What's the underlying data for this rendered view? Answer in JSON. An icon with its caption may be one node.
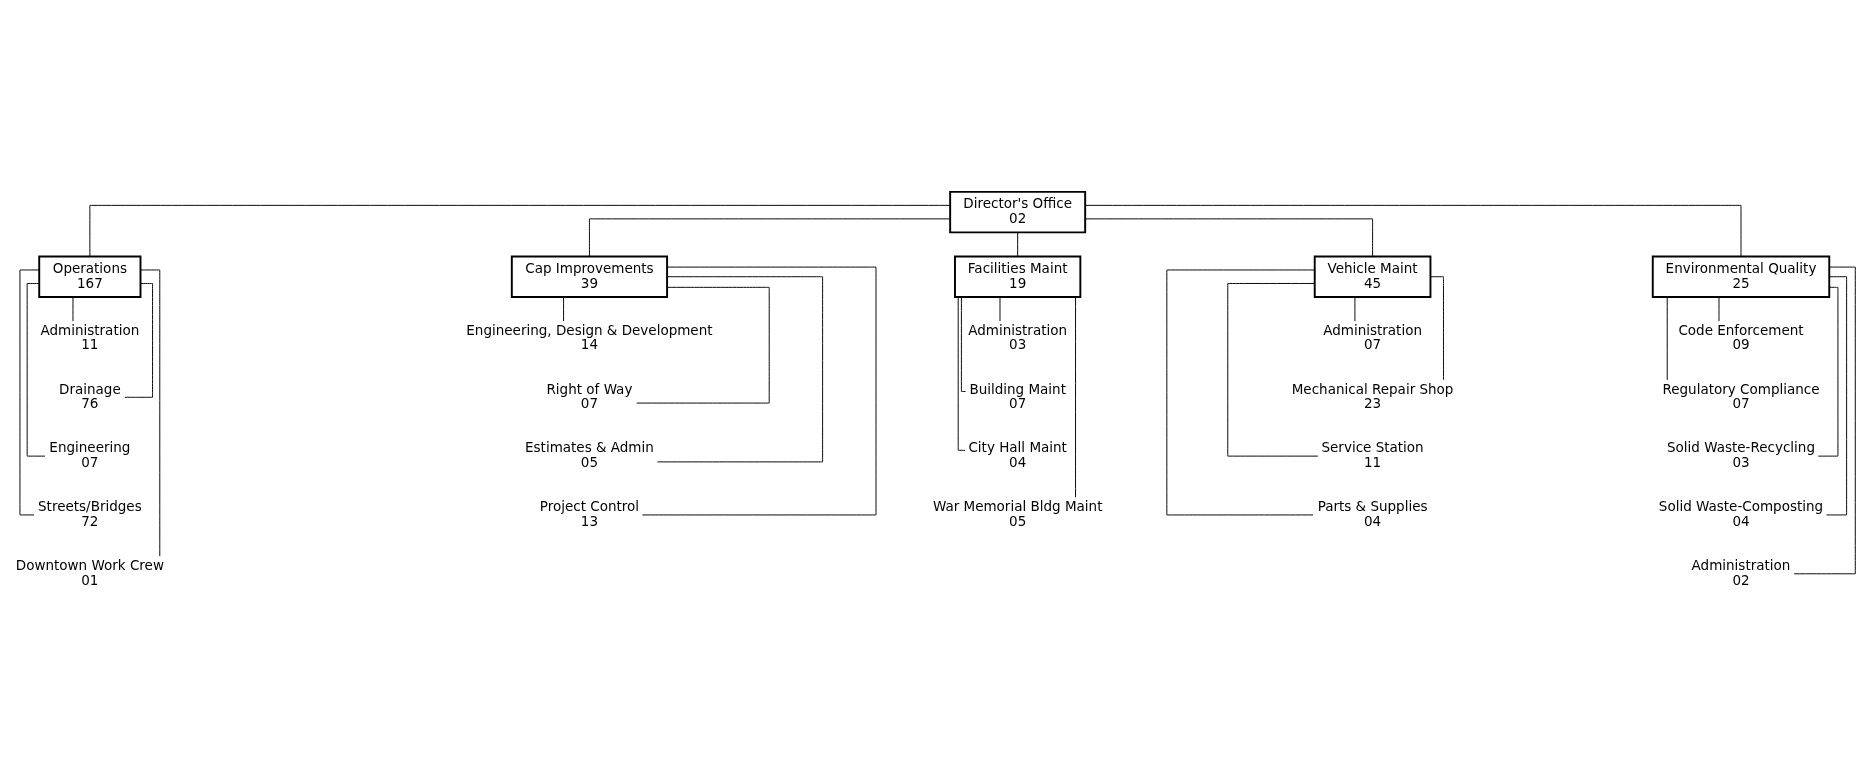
{
  "diagram": {
    "nodes": [
      {
        "text": [
          "Director's Office",
          "02"
        ]
      },
      {
        "text": [
          "Operations",
          "167"
        ]
      },
      {
        "text": [
          "Cap Improvements",
          "39"
        ]
      },
      {
        "text": [
          "Facilities Maint",
          "19"
        ]
      },
      {
        "text": [
          "Vehicle Maint",
          "45"
        ]
      },
      {
        "text": [
          "Environmental Quality",
          "25"
        ]
      },
      {
        "text": [
          "Administration",
          "11"
        ]
      },
      {
        "text": [
          "Drainage",
          "76"
        ]
      },
      {
        "text": [
          "Engineering",
          "07"
        ]
      },
      {
        "text": [
          "Streets/Bridges",
          "72"
        ]
      },
      {
        "text": [
          "Downtown Work Crew",
          "01"
        ]
      },
      {
        "text": [
          "Engineering, Design & Development",
          "14"
        ]
      },
      {
        "text": [
          "Right of Way",
          "07"
        ]
      },
      {
        "text": [
          "Estimates & Admin",
          "05"
        ]
      },
      {
        "text": [
          "Project Control",
          "13"
        ]
      },
      {
        "text": [
          "Administration",
          "03"
        ]
      },
      {
        "text": [
          "Building Maint",
          "07"
        ]
      },
      {
        "text": [
          "City Hall Maint",
          "04"
        ]
      },
      {
        "text": [
          "War Memorial Bldg Maint",
          "05"
        ]
      },
      {
        "text": [
          "Administration",
          "07"
        ]
      },
      {
        "text": [
          "Mechanical Repair Shop",
          "23"
        ]
      },
      {
        "text": [
          "Service Station",
          "11"
        ]
      },
      {
        "text": [
          "Parts & Supplies",
          "04"
        ]
      },
      {
        "text": [
          "Code Enforcement",
          "09"
        ]
      },
      {
        "text": [
          "Regulatory Compliance",
          "07"
        ]
      },
      {
        "text": [
          "Solid Waste-Recycling",
          "03"
        ]
      },
      {
        "text": [
          "Solid Waste-Composting",
          "04"
        ]
      },
      {
        "text": [
          "Administration",
          "02"
        ]
      }
    ],
    "edges": [
      {
        "from": 0,
        "to": 1,
        "arrow": "none"
      },
      {
        "from": 0,
        "to": 2,
        "arrow": "none"
      },
      {
        "from": 0,
        "to": 3,
        "arrow": "none"
      },
      {
        "from": 0,
        "to": 4,
        "arrow": "none"
      },
      {
        "from": 0,
        "to": 5,
        "arrow": "none"
      },
      {
        "from": 1,
        "to": 6,
        "arrow": "none"
      },
      {
        "from": 1,
        "to": 7,
        "arrow": "none"
      },
      {
        "from": 1,
        "to": 8,
        "arrow": "none"
      },
      {
        "from": 1,
        "to": 9,
        "arrow": "none"
      },
      {
        "from": 1,
        "to": 10,
        "arrow": "none"
      },
      {
        "from": 2,
        "to": 11,
        "arrow": "none"
      },
      {
        "from": 2,
        "to": 12,
        "arrow": "none"
      },
      {
        "from": 2,
        "to": 13,
        "arrow": "none"
      },
      {
        "from": 2,
        "to": 14,
        "arrow": "none"
      },
      {
        "from": 3,
        "to": 15,
        "arrow": "none"
      },
      {
        "from": 3,
        "to": 16,
        "arrow": "none"
      },
      {
        "from": 3,
        "to": 17,
        "arrow": "none"
      },
      {
        "from": 3,
        "to": 18,
        "arrow": "none"
      },
      {
        "from": 4,
        "to": 19,
        "arrow": "none"
      },
      {
        "from": 4,
        "to": 20,
        "arrow": "none"
      },
      {
        "from": 4,
        "to": 21,
        "arrow": "none"
      },
      {
        "from": 4,
        "to": 22,
        "arrow": "none"
      },
      {
        "from": 5,
        "to": 23,
        "arrow": "none"
      },
      {
        "from": 5,
        "to": 24,
        "arrow": "none"
      },
      {
        "from": 5,
        "to": 25,
        "arrow": "none"
      },
      {
        "from": 5,
        "to": 26,
        "arrow": "none"
      },
      {
        "from": 5,
        "to": 27,
        "arrow": "none"
      }
    ]
  }
}
